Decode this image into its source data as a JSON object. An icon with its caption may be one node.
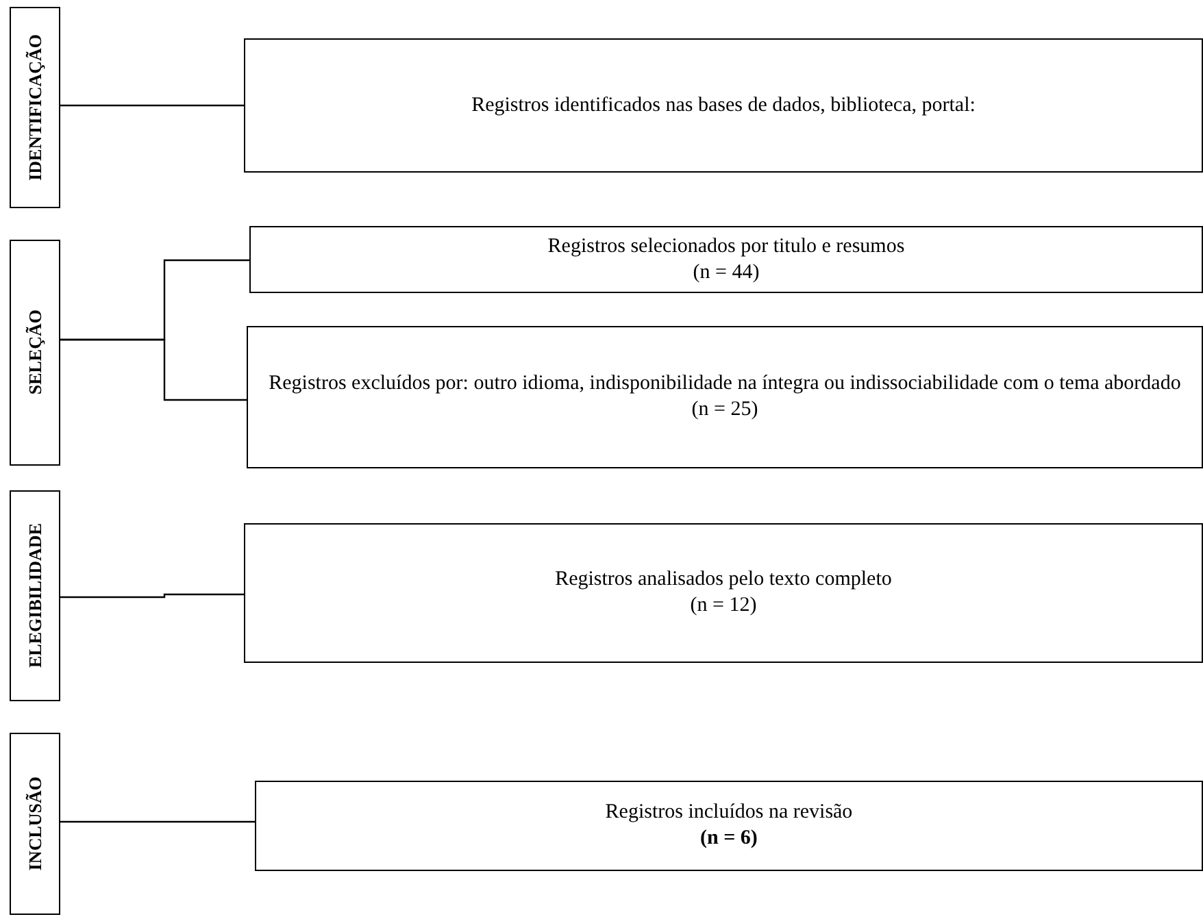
{
  "diagram": {
    "nodes": [
      {
        "text": [
          "IDENTIFICAÇÃO"
        ]
      },
      {
        "text": [
          "Registros identificados nas bases de dados, biblioteca, portal:"
        ]
      },
      {
        "text": [
          "SELEÇÃO"
        ]
      },
      {
        "text": [
          "Registros selecionados por titulo e resumos",
          "(n = 44)"
        ]
      },
      {
        "text": [
          "Registros excluídos por: outro idioma, indisponibilidade na íntegra ou indissociabilidade com o tema abordado",
          "(n = 25)"
        ]
      },
      {
        "text": [
          "ELEGIBILIDADE"
        ]
      },
      {
        "text": [
          "Registros analisados pelo texto completo",
          "(n = 12)"
        ]
      },
      {
        "text": [
          "INCLUSÃO"
        ]
      },
      {
        "text": [
          "Registros incluídos na revisão",
          "(n = 6)"
        ]
      }
    ],
    "edges": [
      {
        "from": 0,
        "to": 1,
        "arrow": "none"
      },
      {
        "from": 2,
        "to": 3,
        "arrow": "none"
      },
      {
        "from": 2,
        "to": 4,
        "arrow": "none"
      },
      {
        "from": 5,
        "to": 6,
        "arrow": "none"
      },
      {
        "from": 7,
        "to": 8,
        "arrow": "none"
      }
    ]
  }
}
